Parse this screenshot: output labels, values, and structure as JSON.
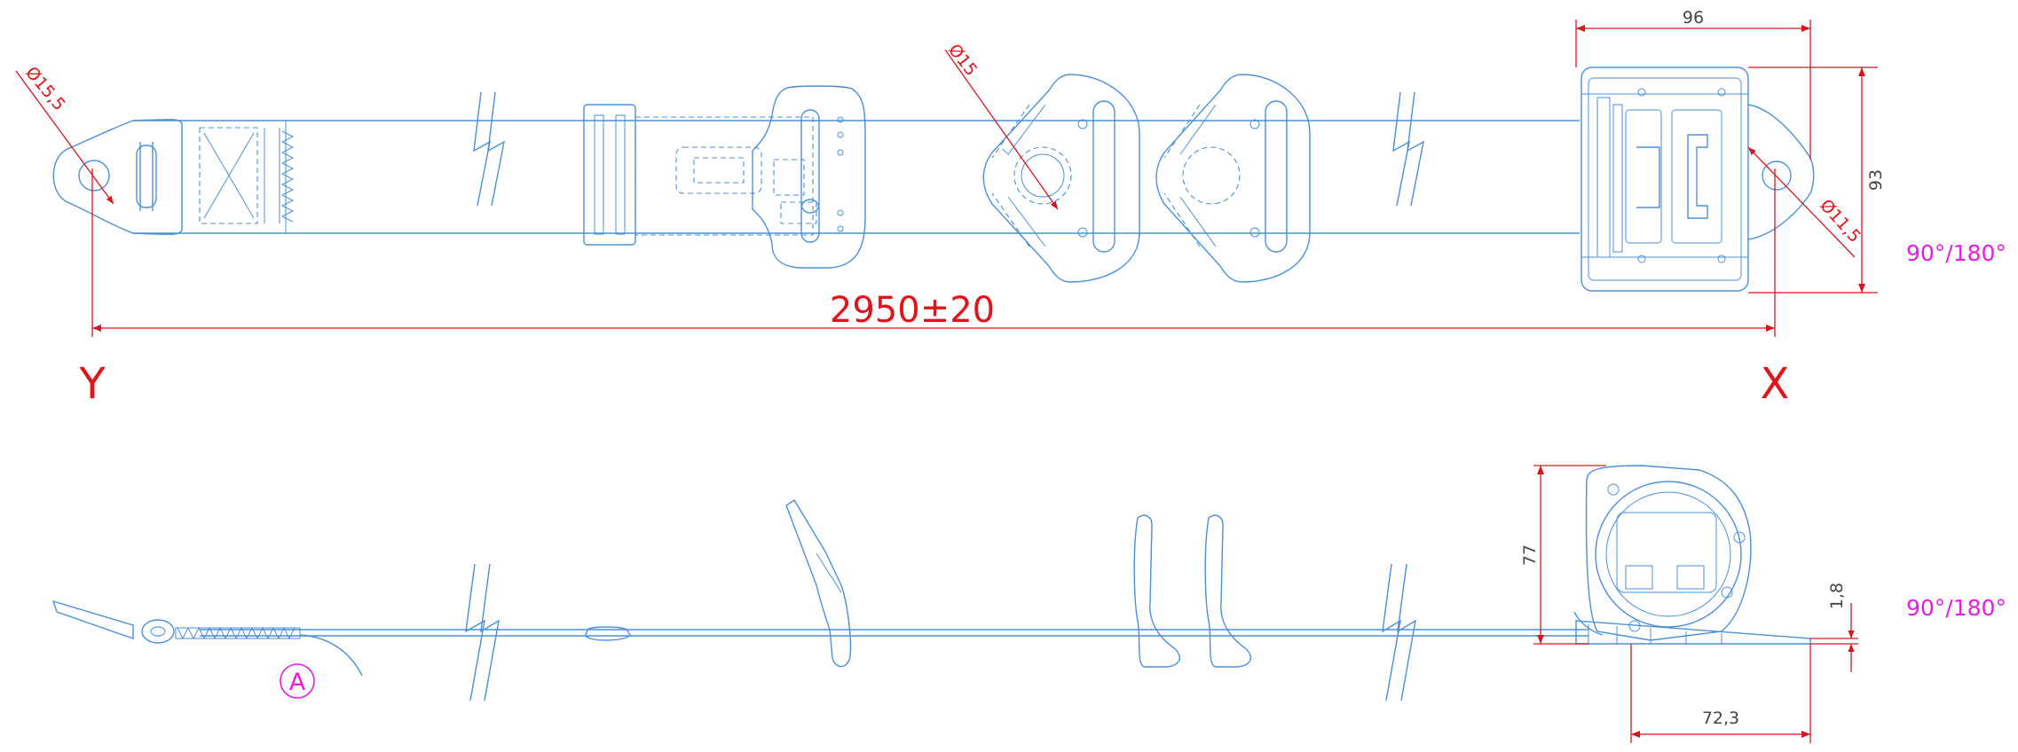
{
  "top_view": {
    "total_length_label": "2950±20",
    "point_left": "Y",
    "point_right": "X",
    "hole_left_dia": "Ø15,5",
    "hole_mid_dia": "Ø15",
    "hole_right_dia": "Ø11,5",
    "retractor_width": "96",
    "retractor_height": "93",
    "angle_note": "90°/180°"
  },
  "side_view": {
    "retractor_height": "77",
    "plate_thickness": "1,8",
    "plate_length": "72,3",
    "detail_marker": "A",
    "angle_note": "90°/180°"
  },
  "colors": {
    "outline": "#4a90d9",
    "dimension": "#d9141e",
    "note": "#e61be6"
  }
}
